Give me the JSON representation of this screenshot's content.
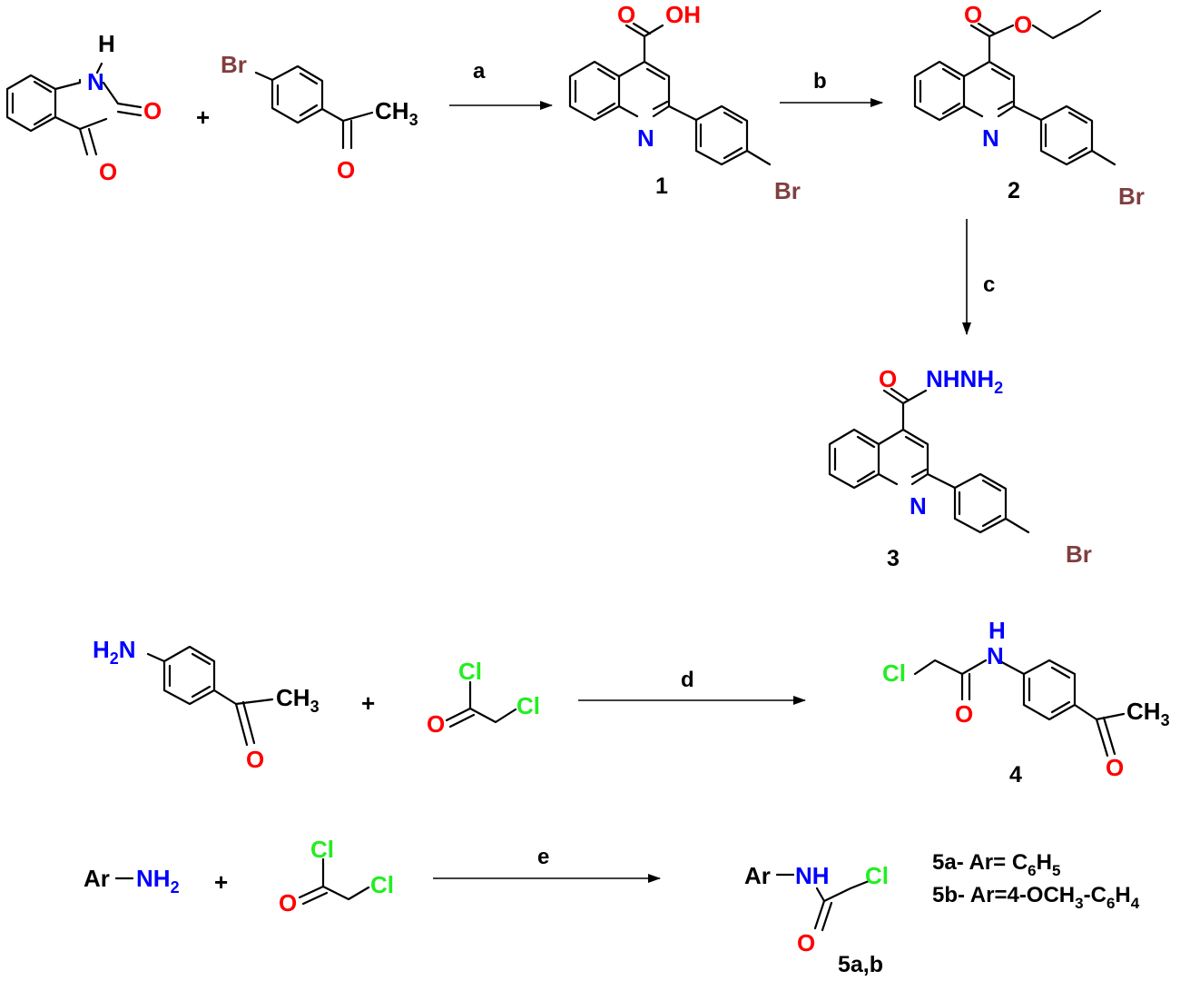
{
  "colors": {
    "oxygen": "#ff0000",
    "nitrogen": "#0000ff",
    "bromine": "#7f3f3f",
    "chlorine": "#22ee22",
    "bond": "#000000"
  },
  "atoms": {
    "H": "H",
    "N": "N",
    "O": "O",
    "Br": "Br",
    "Cl": "Cl",
    "C": "C",
    "OH": "OH",
    "NH": "NH",
    "CH": "CH",
    "H2N": "H",
    "NHNH": "NHNH",
    "Ar": "Ar",
    "two": "2",
    "three": "3"
  },
  "signs": {
    "plus": "+"
  },
  "steps": {
    "a": "a",
    "b": "b",
    "c": "c",
    "d": "d",
    "e": "e"
  },
  "compounds": {
    "c1": "1",
    "c2": "2",
    "c3": "3",
    "c4": "4",
    "c5": "5a,b"
  },
  "notes": {
    "n5a_prefix": "5a- Ar= C",
    "n5a_sub1": "6",
    "n5a_mid": "H",
    "n5a_sub2": "5",
    "n5b_prefix": "5b- Ar=4-OCH",
    "n5b_sub1": "3",
    "n5b_mid1": "-C",
    "n5b_sub2": "6",
    "n5b_mid2": "H",
    "n5b_sub3": "4"
  }
}
